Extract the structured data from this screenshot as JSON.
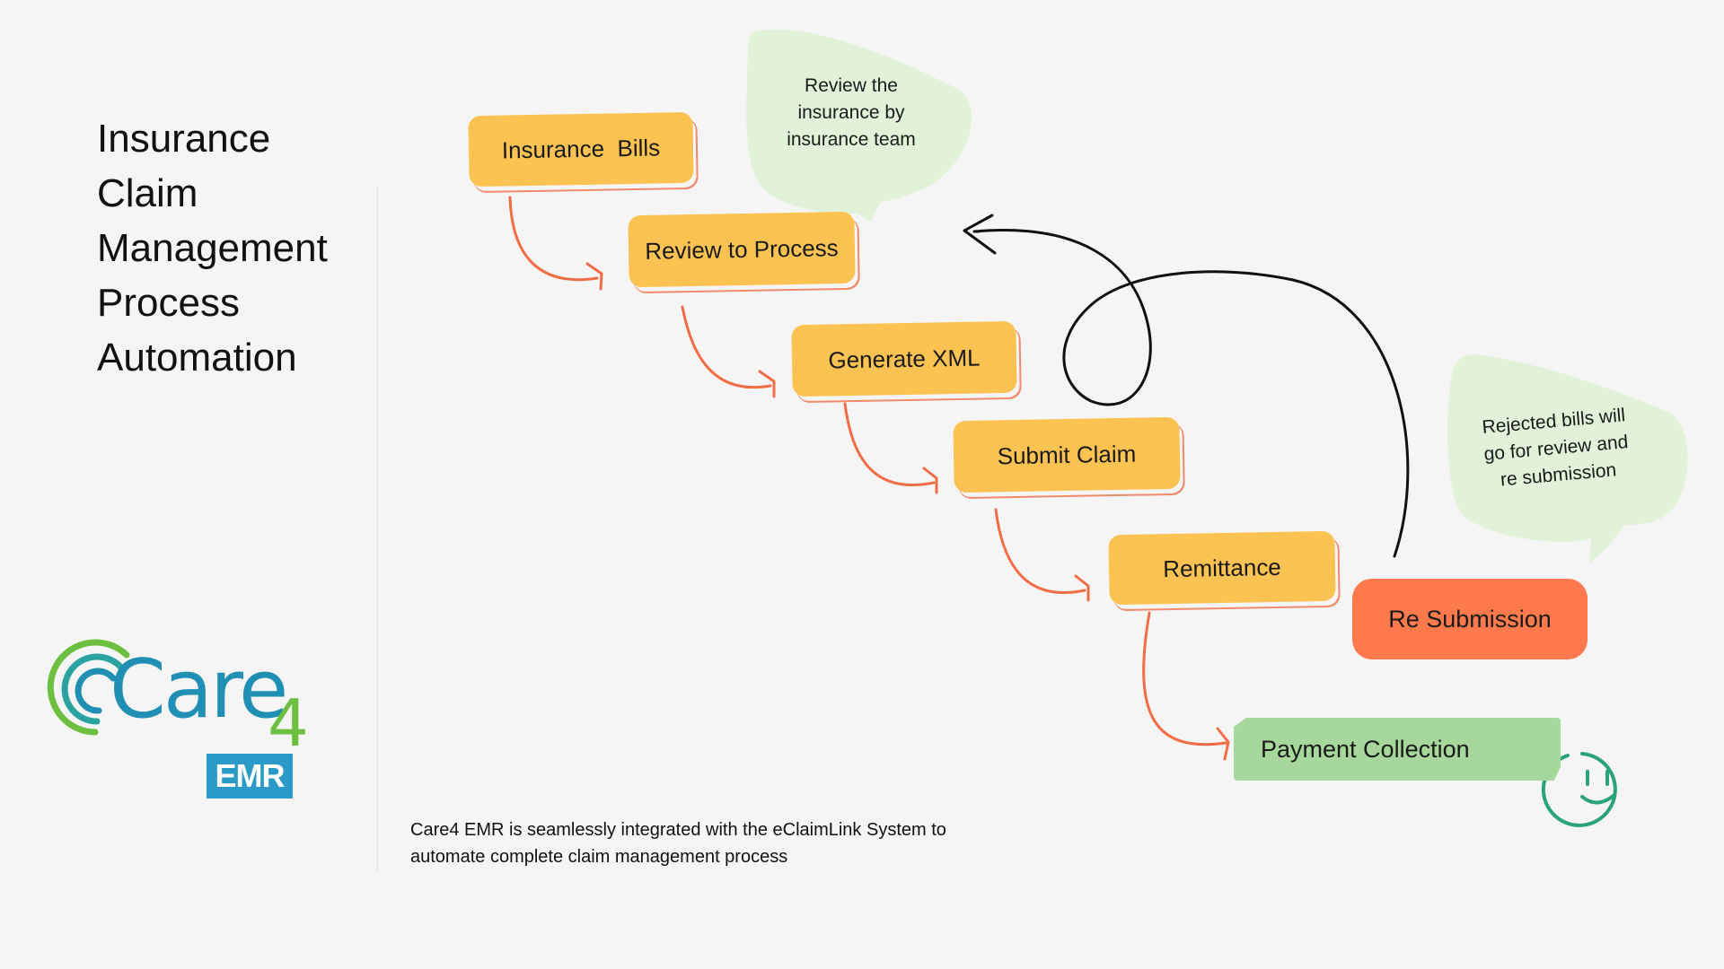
{
  "title_lines": [
    "Insurance",
    "Claim",
    "Management",
    "Process",
    "Automation"
  ],
  "logo": {
    "care": "Care",
    "four": "4",
    "emr": "EMR",
    "colors": {
      "blue": "#1f8fb3",
      "green": "#6cbf3f",
      "emr_bg": "#2a9bc8"
    }
  },
  "steps": [
    {
      "label": "Insurance  Bills"
    },
    {
      "label": "Review to Process"
    },
    {
      "label": "Generate XML"
    },
    {
      "label": "Submit Claim"
    },
    {
      "label": "Remittance"
    },
    {
      "label": "Re Submission"
    },
    {
      "label": "Payment Collection"
    }
  ],
  "bubbles": [
    {
      "lines": [
        "Review the",
        "insurance by",
        "insurance team"
      ]
    },
    {
      "lines": [
        "Rejected bills will",
        "go for review and",
        "re submission"
      ]
    }
  ],
  "footnote": "Care4 EMR is seamlessly integrated with the eClaimLink System to automate complete claim management process",
  "colors": {
    "step": "#fcc352",
    "resubmission": "#fe7a4c",
    "payment": "#a7d89b",
    "arrow": "#f26d45",
    "bubble": "#e1f2d8",
    "loop": "#111111",
    "smiley": "#2aa37a"
  },
  "icons": [
    "smiley-icon",
    "care4-logo"
  ]
}
